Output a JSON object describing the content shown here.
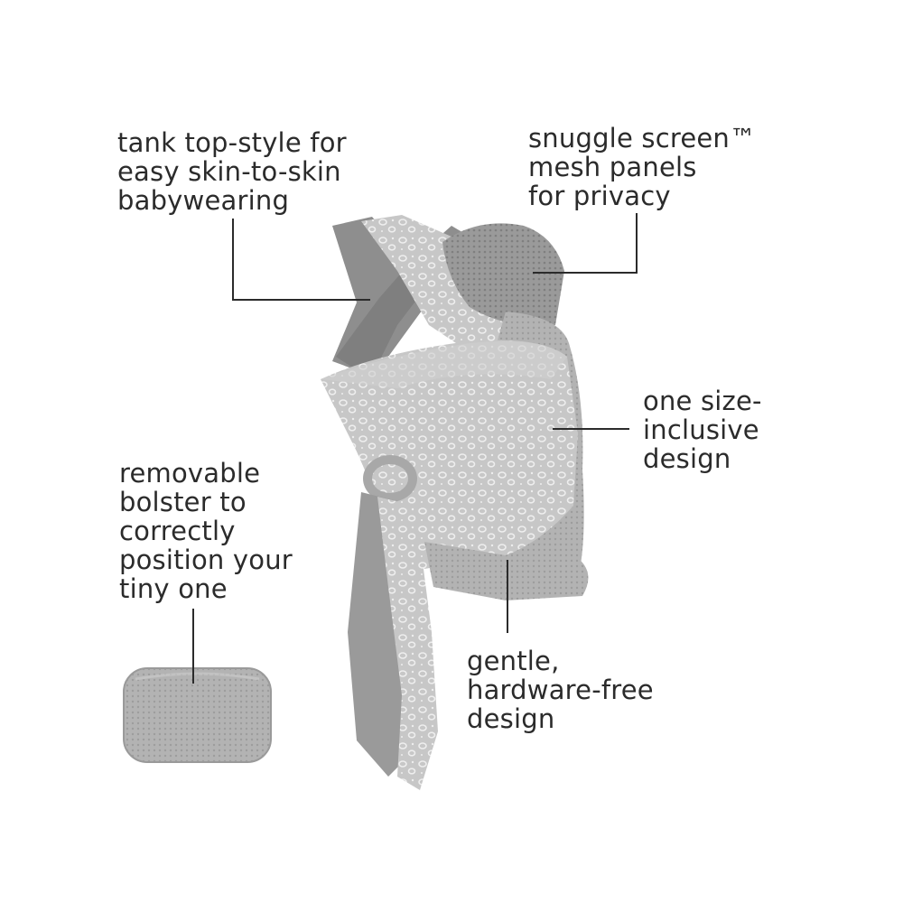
{
  "callouts": {
    "tank_top": "tank top-style for\neasy skin-to-skin\nbabywearing",
    "snuggle_screen": "snuggle screen™\nmesh panels\nfor privacy",
    "one_size": "one size-\ninclusive\ndesign",
    "bolster": "removable\nbolster to\ncorrectly\nposition your\ntiny one",
    "hardware_free": "gentle,\nhardware-free\ndesign"
  },
  "colors": {
    "text": "#2b2b2b",
    "leader_line": "#2b2b2b",
    "fabric_dark": "#8a8a8a",
    "fabric_mid": "#b9b9b9",
    "fabric_light": "#d9d9d9",
    "mesh": "#9c9c9c",
    "background": "#ffffff"
  }
}
